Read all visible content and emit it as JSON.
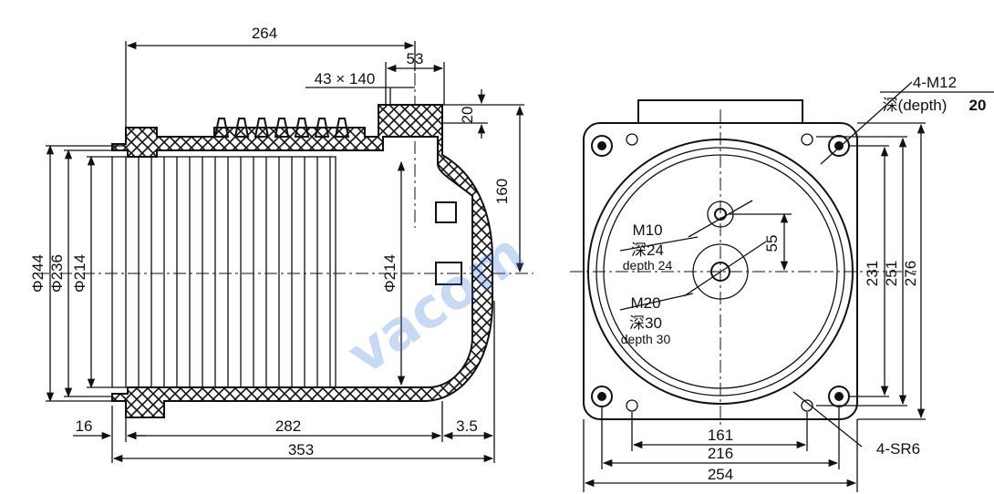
{
  "watermark": "vacom",
  "side_view": {
    "dims": {
      "overall_top": "264",
      "top_width": "53",
      "slot": "43 × 140",
      "slot_depth": "20",
      "height_to_axis": "160",
      "dia_outer": "Φ244",
      "dia_mid": "Φ236",
      "dia_inner": "Φ214",
      "dia_bore": "Φ214",
      "flange": "16",
      "body_len": "282",
      "end_off": "3.5",
      "overall_len": "353"
    }
  },
  "front_view": {
    "thread_top": "4-M12",
    "thread_top_depth_cn": "深(depth)",
    "thread_top_depth_val": "20",
    "m10": "M10",
    "m10_depth_cn": "深24",
    "m10_depth_en": "depth 24",
    "offset_55": "55",
    "m20": "M20",
    "m20_depth_cn": "深30",
    "m20_depth_en": "depth 30",
    "dim_231": "231",
    "dim_251": "251",
    "dim_276": "276",
    "dim_161": "161",
    "dim_216": "216",
    "dim_254": "254",
    "sr": "4-SR6"
  }
}
